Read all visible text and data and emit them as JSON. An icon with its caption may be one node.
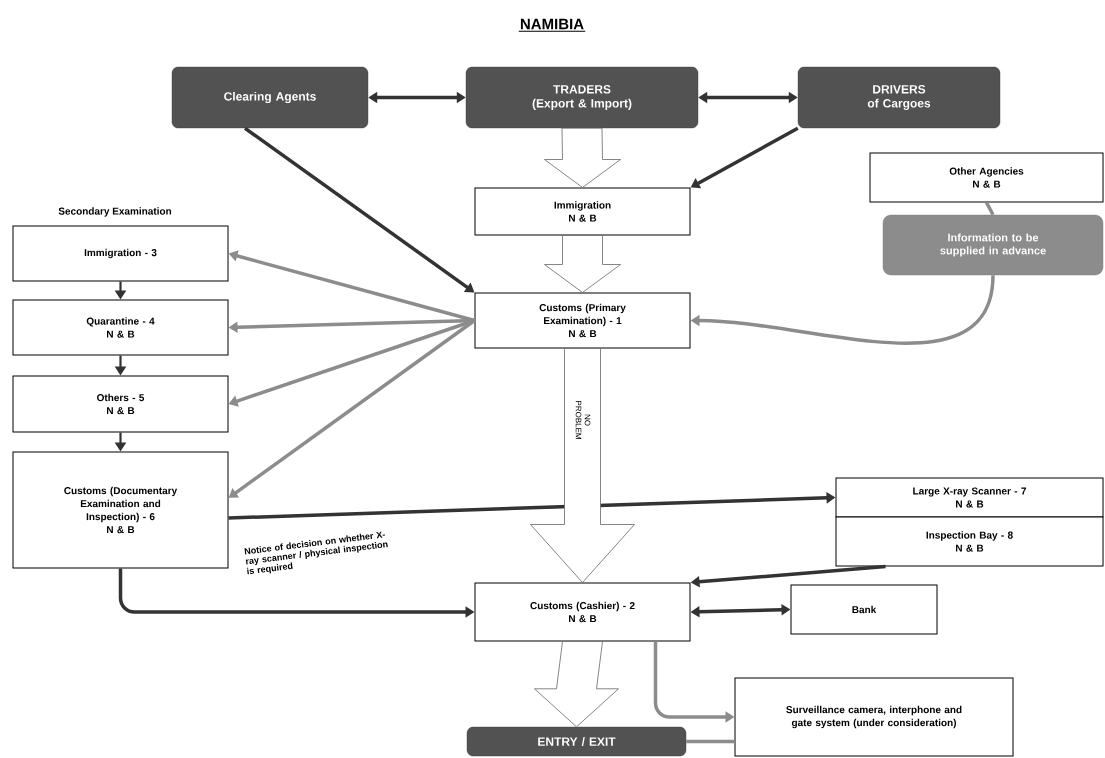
{
  "diagram": {
    "title": "NAMIBIA",
    "nodes": [
      {
        "text": [
          "Clearing Agents"
        ]
      },
      {
        "text": [
          "TRADERS",
          "(Export & Import)"
        ]
      },
      {
        "text": [
          "DRIVERS",
          "of Cargoes"
        ]
      },
      {
        "text": [
          "Immigration",
          "N & B"
        ]
      },
      {
        "text": [
          "Other Agencies",
          "N & B"
        ]
      },
      {
        "text": [
          "Information to be supplied in advance"
        ]
      },
      {
        "text": [
          "Customs (Primary Examination) - 1",
          "N & B"
        ]
      },
      {
        "text": [
          "Immigration - 3"
        ]
      },
      {
        "text": [
          "Quarantine - 4",
          "N & B"
        ]
      },
      {
        "text": [
          "Others - 5",
          "N & B"
        ]
      },
      {
        "text": [
          "Customs (Documentary Examination and Inspection) - 6",
          "N & B"
        ]
      },
      {
        "text": [
          "Large X-ray Scanner - 7",
          "N & B"
        ]
      },
      {
        "text": [
          "Inspection Bay - 8",
          "N & B"
        ]
      },
      {
        "text": [
          "Customs (Cashier) - 2",
          "N & B"
        ]
      },
      {
        "text": [
          "Bank"
        ]
      },
      {
        "text": [
          "Surveillance camera, interphone and gate system (under consideration)"
        ]
      },
      {
        "text": [
          "ENTRY / EXIT"
        ]
      }
    ],
    "edges": [
      {
        "from": 0,
        "to": 1,
        "arrow": "both"
      },
      {
        "from": 1,
        "to": 2,
        "arrow": "both"
      },
      {
        "from": 1,
        "to": 3,
        "arrow": "to",
        "style": "thick",
        "color": "#ffffff"
      },
      {
        "from": 2,
        "to": 3,
        "arrow": "to"
      },
      {
        "from": 0,
        "to": 6,
        "arrow": "to"
      },
      {
        "from": 3,
        "to": 6,
        "arrow": "to",
        "style": "thick",
        "color": "#ffffff"
      },
      {
        "from": 4,
        "to": 5,
        "arrow": "none",
        "color": "#8c8c8c"
      },
      {
        "from": 5,
        "to": 6,
        "arrow": "to",
        "color": "#8c8c8c"
      },
      {
        "from": 6,
        "to": 7,
        "arrow": "to",
        "color": "#8c8c8c"
      },
      {
        "from": 6,
        "to": 8,
        "arrow": "to",
        "color": "#8c8c8c"
      },
      {
        "from": 6,
        "to": 9,
        "arrow": "to",
        "color": "#8c8c8c"
      },
      {
        "from": 6,
        "to": 10,
        "arrow": "to",
        "color": "#8c8c8c"
      },
      {
        "from": 7,
        "to": 8,
        "arrow": "to"
      },
      {
        "from": 8,
        "to": 9,
        "arrow": "to"
      },
      {
        "from": 9,
        "to": 10,
        "arrow": "to"
      },
      {
        "from": 10,
        "to": 11,
        "arrow": "to",
        "label": "Notice of decision on whether X-ray scanner / physical inspection is required"
      },
      {
        "from": 6,
        "to": 13,
        "arrow": "to",
        "style": "thick",
        "color": "#ffffff",
        "label": "NO PROBLEM"
      },
      {
        "from": 12,
        "to": 13,
        "arrow": "to"
      },
      {
        "from": 10,
        "to": 13,
        "arrow": "to"
      },
      {
        "from": 13,
        "to": 14,
        "arrow": "both"
      },
      {
        "from": 13,
        "to": 15,
        "arrow": "to",
        "color": "#8c8c8c"
      },
      {
        "from": 13,
        "to": 16,
        "arrow": "to",
        "style": "thick",
        "color": "#ffffff"
      },
      {
        "from": 16,
        "to": 15,
        "arrow": "none",
        "color": "#8c8c8c"
      }
    ],
    "labels": [
      "Secondary Examination"
    ]
  }
}
